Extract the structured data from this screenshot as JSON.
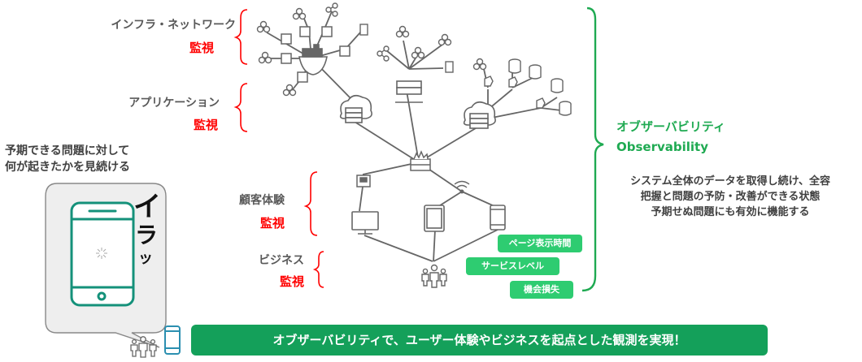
{
  "layers": [
    {
      "name": "インフラ・ネットワーク",
      "monitor": "監視"
    },
    {
      "name": "アプリケーション",
      "monitor": "監視"
    },
    {
      "name": "顧客体験",
      "monitor": "監視"
    },
    {
      "name": "ビジネス",
      "monitor": "監視"
    }
  ],
  "left_title": [
    "予期できる問題に対して",
    "何が起きたかを見続ける"
  ],
  "irritation_text": [
    "イ",
    "ラ",
    "ッ"
  ],
  "observability": {
    "title_ja": "オブザーバビリティ",
    "title_en": "Observability",
    "description": [
      "システム全体のデータを取得し続け、全容",
      "把握と問題の予防・改善ができる状態",
      "予期せぬ問題にも有効に機能する"
    ]
  },
  "metric_tags": [
    "ページ表示時間",
    "サービスレベル",
    "機会損失"
  ],
  "banner": "オブザーバビリティで、ユーザー体験やビジネスを起点とした観測を実現！",
  "colors": {
    "monitor_red": "#ff0000",
    "observability_green": "#1faa52",
    "tag_green": "#2ecc71",
    "banner_green": "#14a05a",
    "phone_teal": "#14917a",
    "icon_gray": "#666666"
  }
}
